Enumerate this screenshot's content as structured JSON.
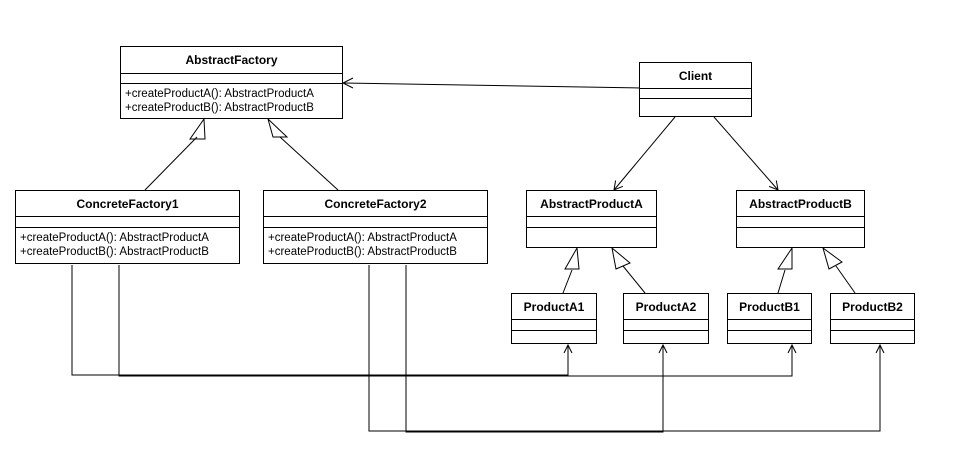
{
  "classes": {
    "abstract_factory": {
      "name": "AbstractFactory",
      "operations": [
        "+createProductA(): AbstractProductA",
        "+createProductB(): AbstractProductB"
      ]
    },
    "concrete_factory1": {
      "name": "ConcreteFactory1",
      "operations": [
        "+createProductA(): AbstractProductA",
        "+createProductB(): AbstractProductB"
      ]
    },
    "concrete_factory2": {
      "name": "ConcreteFactory2",
      "operations": [
        "+createProductA(): AbstractProductA",
        "+createProductB(): AbstractProductB"
      ]
    },
    "client": {
      "name": "Client"
    },
    "abstract_product_a": {
      "name": "AbstractProductA"
    },
    "abstract_product_b": {
      "name": "AbstractProductB"
    },
    "product_a1": {
      "name": "ProductA1"
    },
    "product_a2": {
      "name": "ProductA2"
    },
    "product_b1": {
      "name": "ProductB1"
    },
    "product_b2": {
      "name": "ProductB2"
    }
  },
  "colors": {
    "line": "#000000",
    "fill": "#ffffff"
  }
}
